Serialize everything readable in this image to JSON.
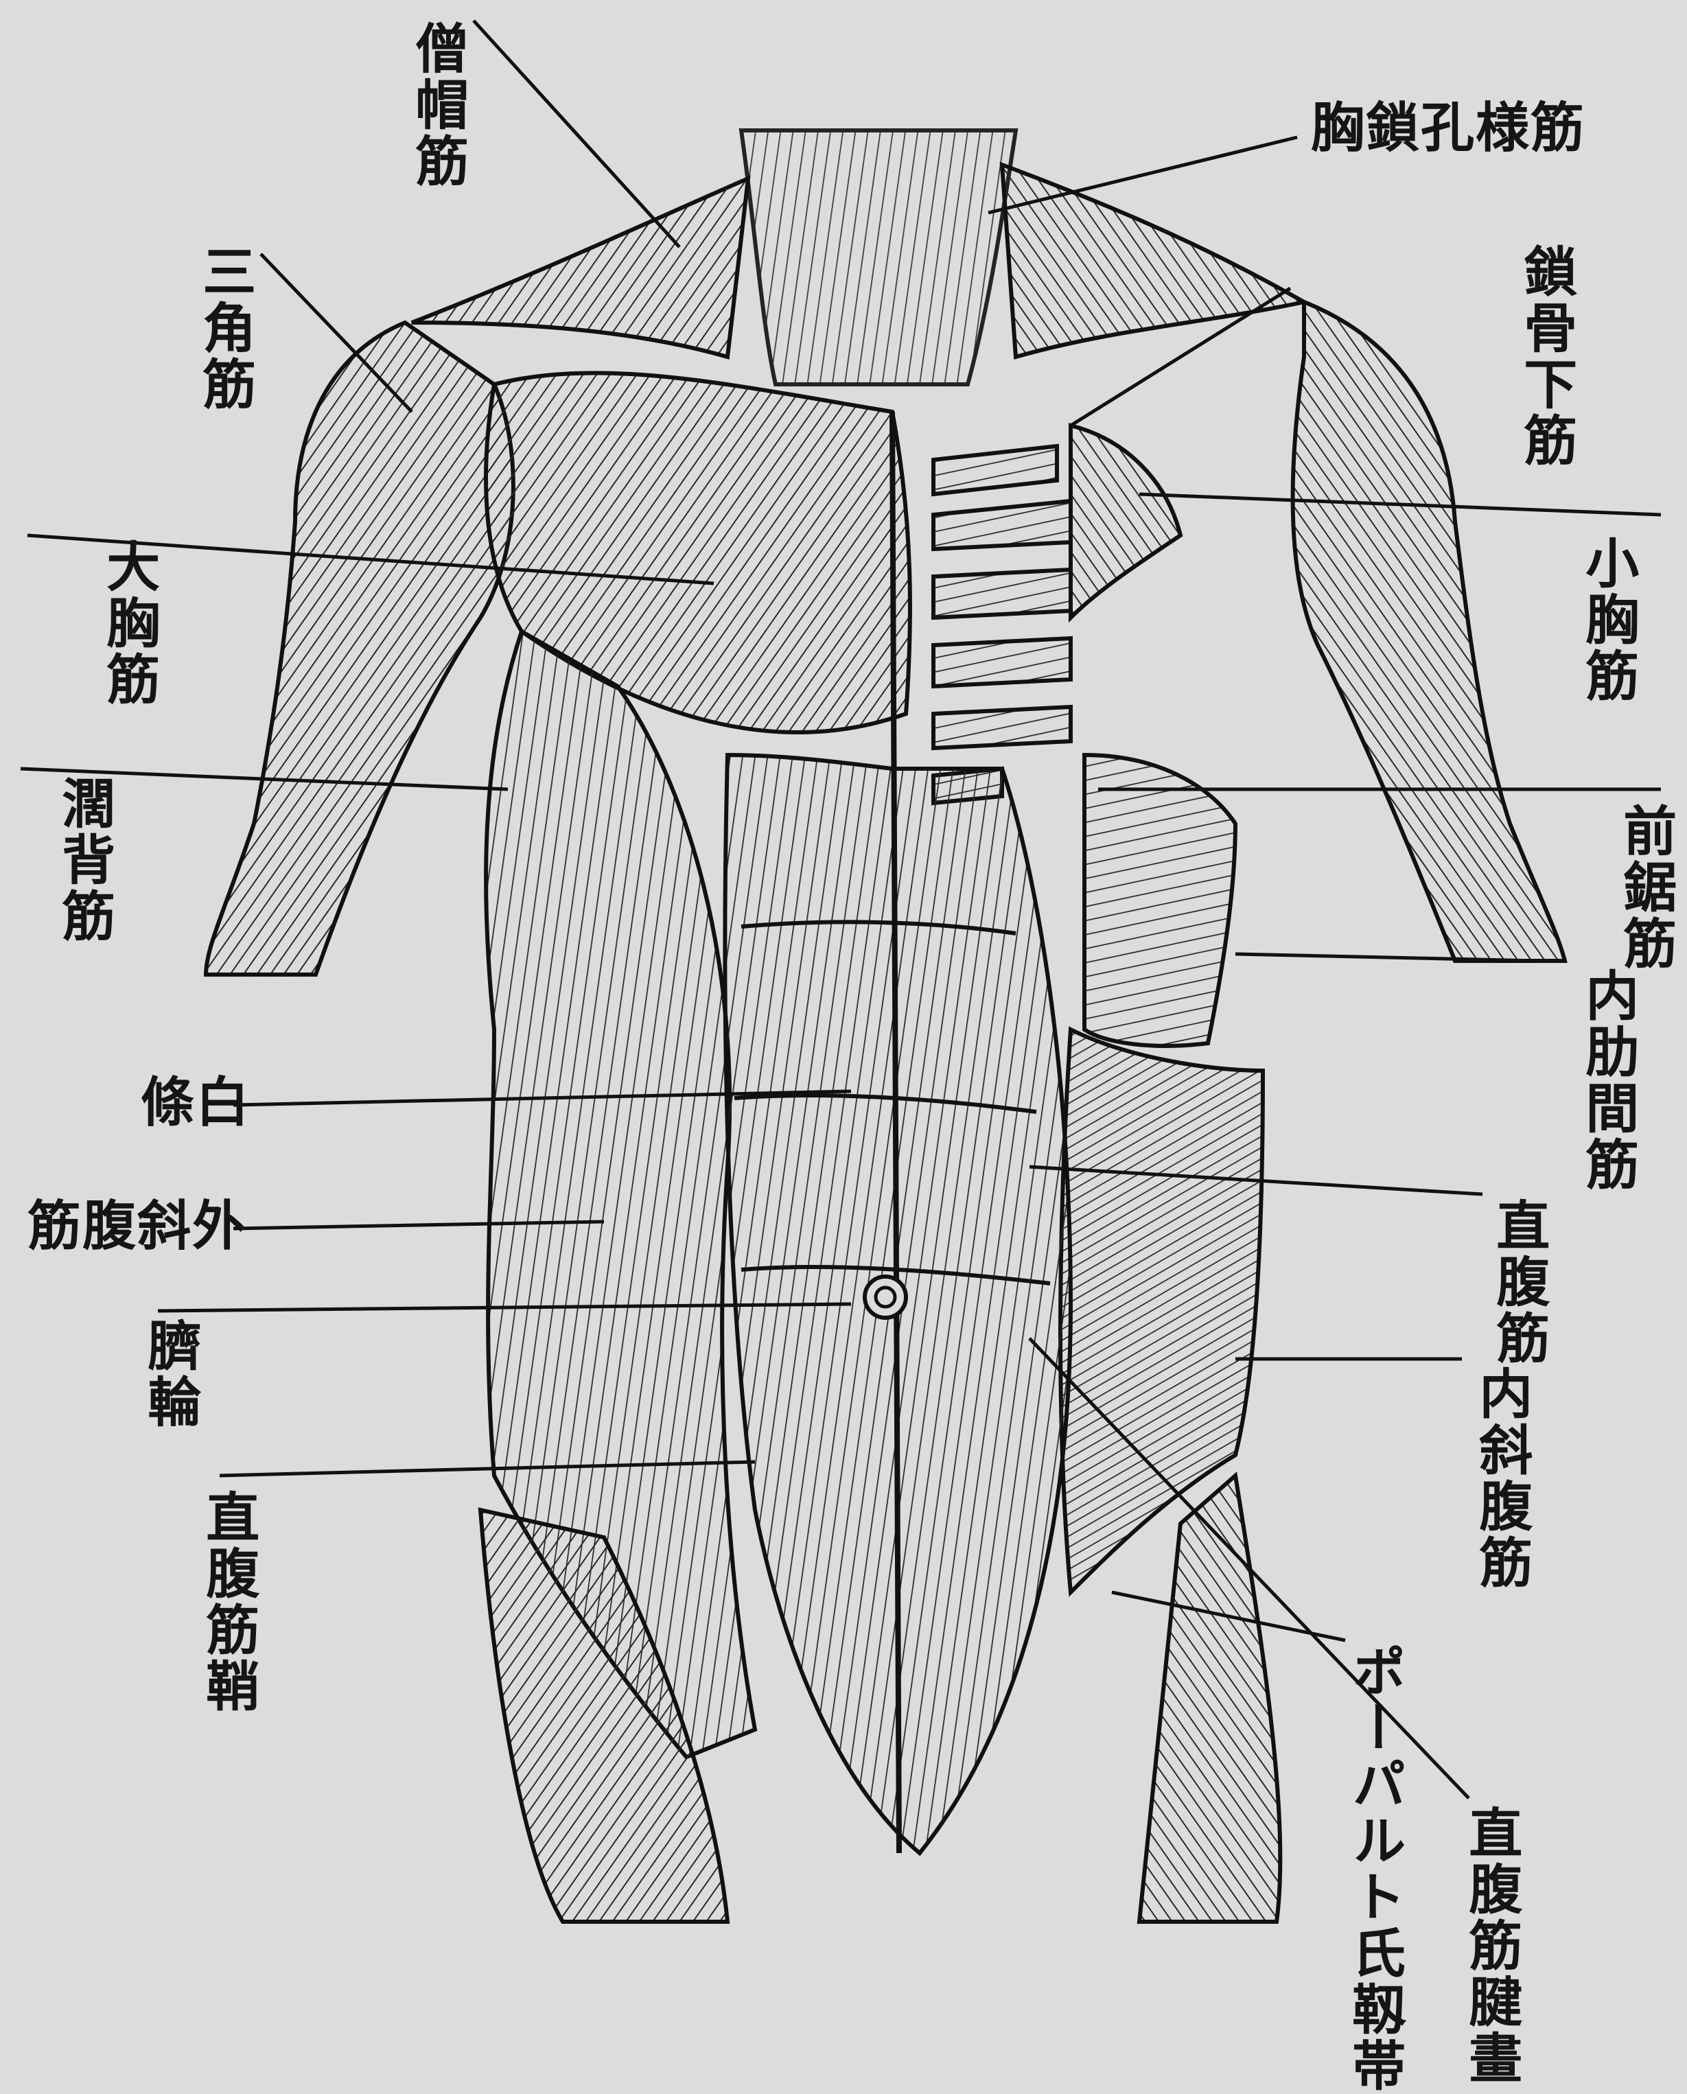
{
  "labels": {
    "trapezius": "僧帽筋",
    "sternocleidomastoid": "胸鎖孔様筋",
    "deltoid": "三角筋",
    "subclavius": "鎖骨下筋",
    "pectoralis_major": "大胸筋",
    "pectoralis_minor": "小胸筋",
    "latissimus_dorsi": "濶背筋",
    "serratus_anterior": "前鋸筋",
    "internal_intercostal": "内肋間筋",
    "linea_alba": "條白",
    "external_oblique": "筋腹斜外",
    "rectus_abdominis": "直腹筋",
    "umbilical_ring": "臍輪",
    "internal_oblique": "内斜腹筋",
    "rectus_sheath": "直腹筋鞘",
    "rectus_tendinous_intersection": "直腹筋腱畫",
    "poupart_ligament": "ポーパルト氏靱帯"
  }
}
